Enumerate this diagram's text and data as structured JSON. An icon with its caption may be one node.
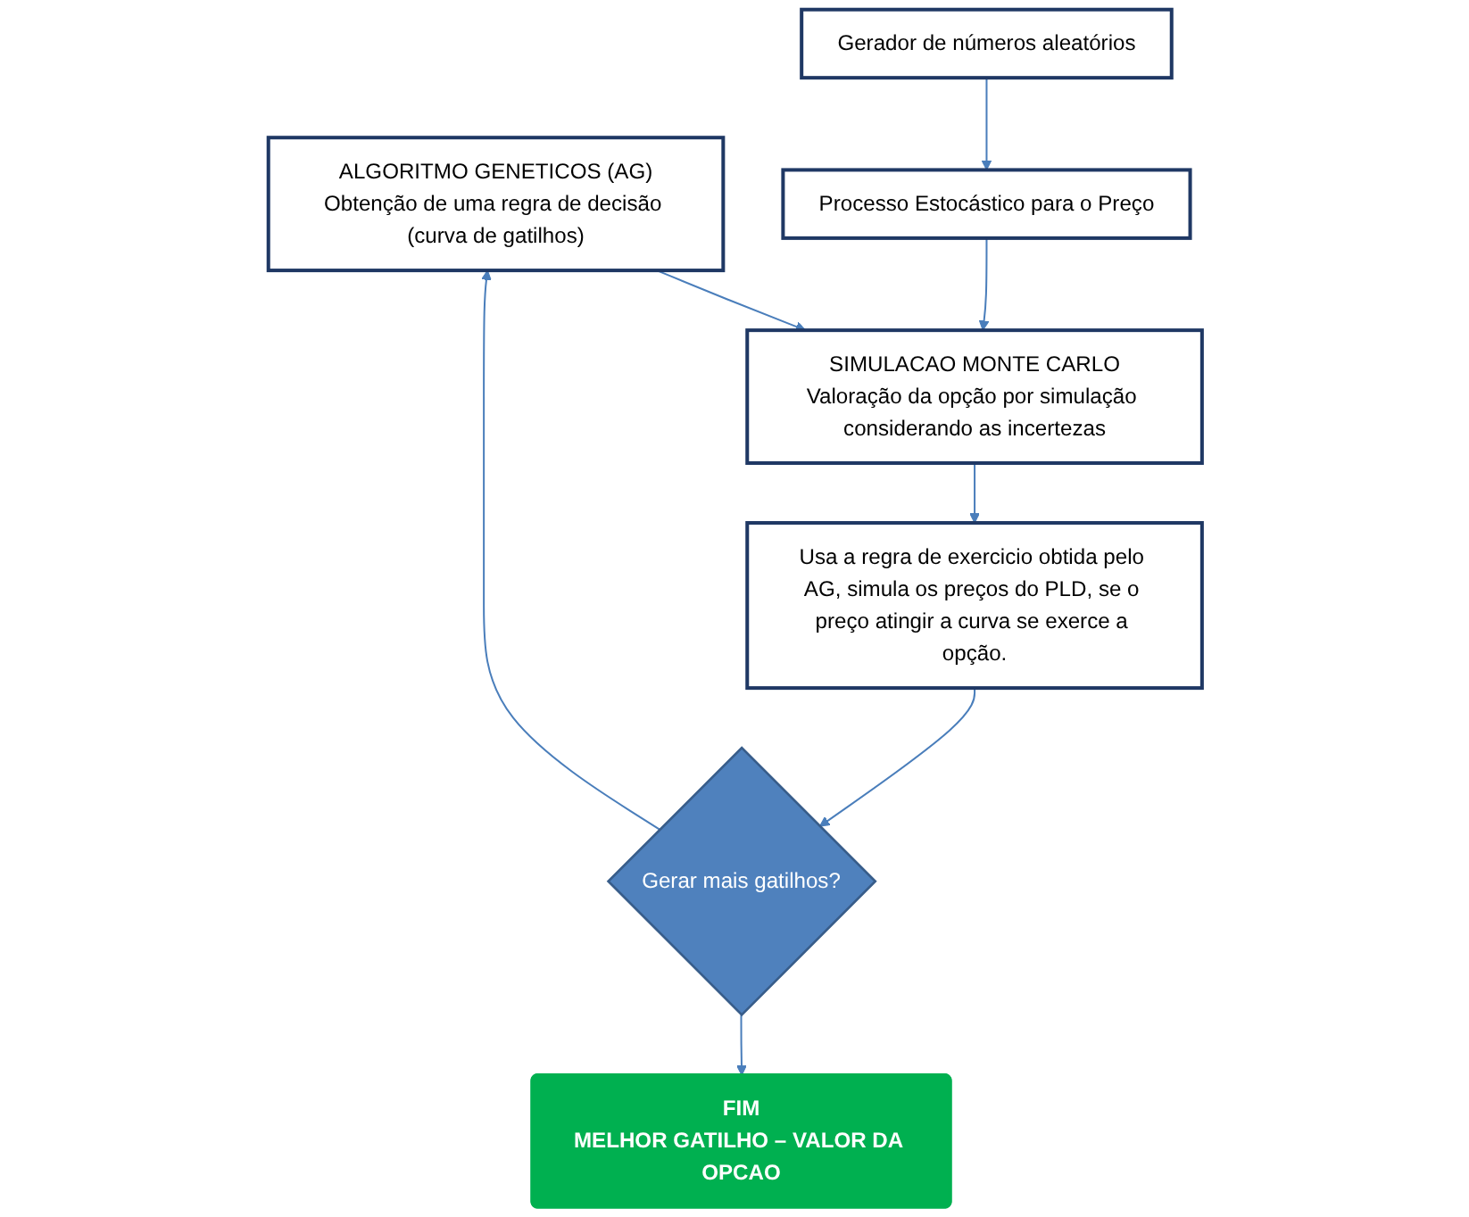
{
  "diagram": {
    "nodes": [
      {
        "text": [
          "ALGORITMO GENETICOS (AG)",
          "Obtenção de uma regra de decisão (curva de gatilhos)"
        ]
      },
      {
        "text": [
          "SIMULACAO MONTE CARLO",
          "Valoração da opção por simulação considerando as incertezas"
        ]
      },
      {
        "text": [
          "Processo Estocástico para o Preço"
        ]
      },
      {
        "text": [
          "Gerador de números aleatórios"
        ]
      },
      {
        "text": [
          "Usa a regra de exercicio obtida pelo AG, simula os preços do PLD, se o preço atingir a curva se exerce a opção."
        ]
      },
      {
        "text": [
          "Gerar mais gatilhos?"
        ]
      },
      {
        "text": [
          "FIM",
          "MELHOR GATILHO – VALOR DA OPCAO"
        ]
      }
    ],
    "edges": [
      {
        "from": 0,
        "to": 1,
        "arrow": "to"
      },
      {
        "from": 2,
        "to": 1,
        "arrow": "to"
      },
      {
        "from": 3,
        "to": 2,
        "arrow": "to"
      },
      {
        "from": 1,
        "to": 4,
        "arrow": "to"
      },
      {
        "from": 4,
        "to": 5,
        "arrow": "to"
      },
      {
        "from": 5,
        "to": 0,
        "arrow": "to"
      },
      {
        "from": 5,
        "to": 6,
        "arrow": "to"
      }
    ]
  }
}
